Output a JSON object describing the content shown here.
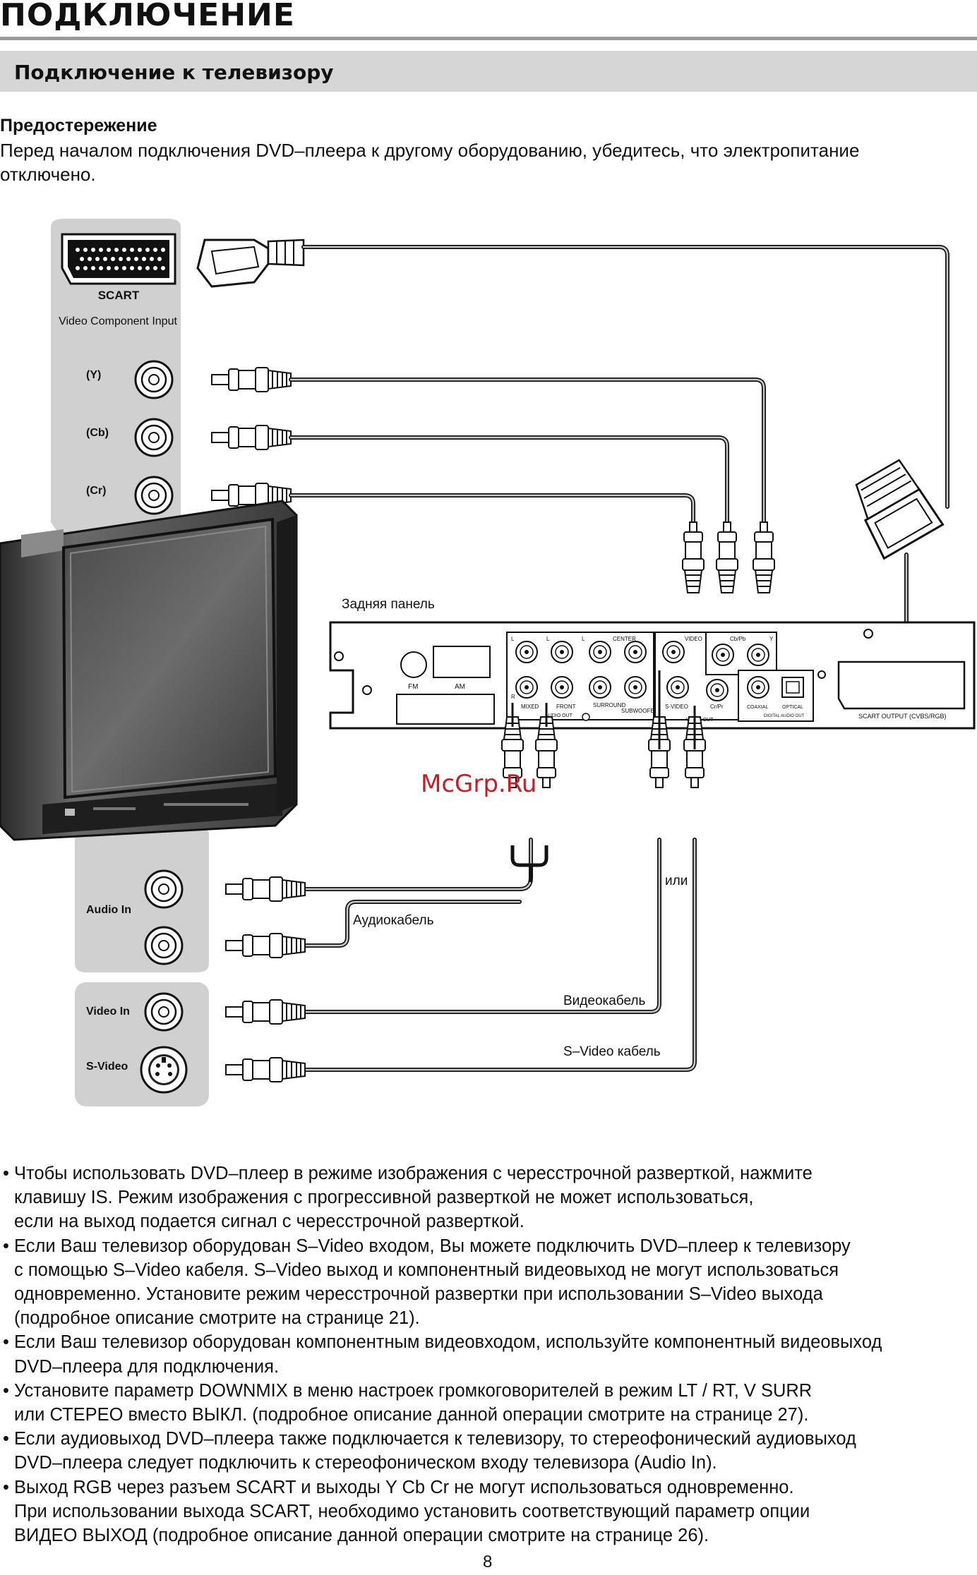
{
  "header": {
    "title": "ПОДКЛЮЧЕНИЕ",
    "section": "Подключение к телевизору"
  },
  "warning": {
    "heading": "Предостережение",
    "text": "Перед началом подключения DVD–плеера к другому оборудованию, убедитесь, что электропитание отключено."
  },
  "diagram": {
    "scart_label": "SCART",
    "component_label": "Video Component Input",
    "y_label": "(Y)",
    "cb_label": "(Cb)",
    "cr_label": "(Cr)",
    "rear_panel": "Задняя панель",
    "watermark": "McGrp.Ru",
    "or_label": "или",
    "audio_in": "Audio In",
    "audio_cable": "Аудиокабель",
    "video_in": "Video In",
    "svideo_in": "S-Video",
    "video_cable": "Видеокабель",
    "svideo_cable": "S–Video кабель",
    "panel": {
      "fm": "FM",
      "am": "AM",
      "l": "L",
      "r": "R",
      "center": "CENTER",
      "mixed": "MIXED",
      "front": "FRONT",
      "surround": "SURROUND",
      "subwoofer": "SUBWOOFER",
      "audio_out": "AUDIO OUT",
      "video": "VIDEO",
      "svideo": "S-VIDEO",
      "video_out": "VIDEO OUT",
      "crpr": "Cr/Pr",
      "cbpb": "Cb/Pb",
      "y": "Y",
      "coaxial": "COAXIAL",
      "optical": "OPTICAL",
      "digital_audio_out": "DIGITAL AUDIO OUT",
      "scart_output": "SCART  OUTPUT  (CVBS/RGB)"
    }
  },
  "notes": [
    "Чтобы использовать DVD–плеер в режиме изображения с чересстрочной разверткой, нажмите\nклавишу IS. Режим изображения с прогрессивной разверткой не может использоваться,\nесли на выход подается сигнал с чересстрочной разверткой.",
    "Если Ваш телевизор оборудован S–Video входом, Вы можете подключить DVD–плеер к телевизору\nс помощью S–Video кабеля. S–Video выход и компонентный видеовыход не могут использоваться\nодновременно. Установите режим чересстрочной развертки при использовании S–Video выхода\n(подробное описание смотрите на странице 21).",
    "Если Ваш телевизор оборудован компонентным видеовходом, используйте компонентный видеовыход\nDVD–плеера для подключения.",
    "Установите параметр DOWNMIX в меню настроек громкоговорителей в режим LT / RT, V SURR\nили СТЕРЕО вместо ВЫКЛ. (подробное описание данной операции смотрите на странице 27).",
    "Если аудиовыход DVD–плеера также подключается к телевизору, то стереофонический аудиовыход\nDVD–плеера следует подключить к стереофоническом входу телевизора (Audio In).",
    "Выход RGB через разъем SCART и выходы Y Cb Cr не могут использоваться одновременно.\nПри использовании выхода SCART, необходимо установить соответствующий параметр опции\nВИДЕО ВЫХОД (подробное описание данной операции смотрите на странице 26)."
  ],
  "page_number": "8",
  "colors": {
    "rule": "#9a9a9a",
    "section_bar": "#d6d6d6",
    "panel_bg": "#d0d0d0",
    "watermark": "#c0202a"
  }
}
